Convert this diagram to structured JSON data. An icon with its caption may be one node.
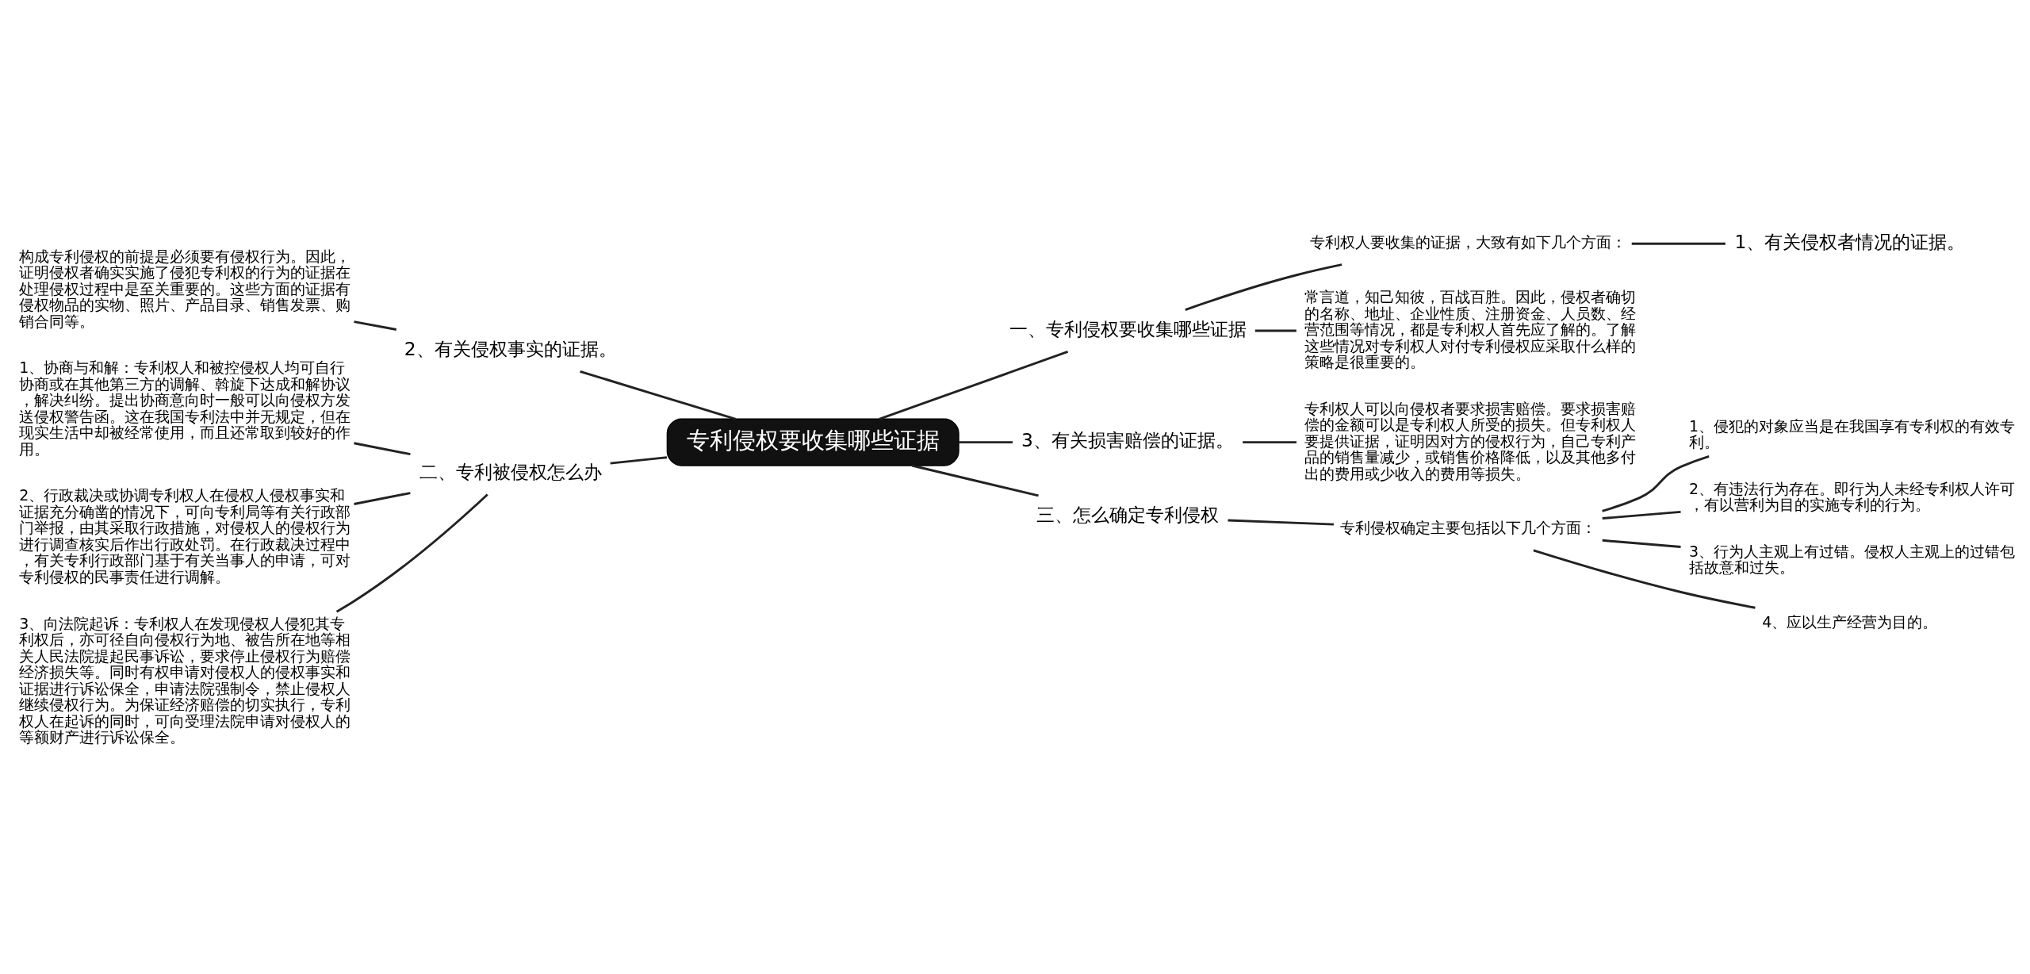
{
  "diagram": {
    "nodes": [
      {
        "text": [
          "专利侵权要收集哪些证据"
        ]
      },
      {
        "text": [
          "一、专利侵权要收集哪些证据"
        ]
      },
      {
        "text": [
          "专利权人要收集的证据，大致有如下几个方面："
        ]
      },
      {
        "text": [
          "1、有关侵权者情况的证据。"
        ]
      },
      {
        "text": [
          "常言道，知己知彼，百战百胜。因此，侵权者确切的名称、地址、企业性质、注册资金、人员数、经营范围等情况，都是专利权人首先应了解的。了解这些情况对专利权人对付专利侵权应采取什么样的策略是很重要的。"
        ]
      },
      {
        "text": [
          "2、有关侵权事实的证据。"
        ]
      },
      {
        "text": [
          "构成专利侵权的前提是必须要有侵权行为。因此，证明侵权者确实实施了侵犯专利权的行为的证据在处理侵权过程中是至关重要的。这些方面的证据有侵权物品的实物、照片、产品目录、销售发票、购销合同等。"
        ]
      },
      {
        "text": [
          "3、有关损害赔偿的证据。"
        ]
      },
      {
        "text": [
          "专利权人可以向侵权者要求损害赔偿。要求损害赔偿的金额可以是专利权人所受的损失。但专利权人要提供证据，证明因对方的侵权行为，自己专利产品的销售量减少，或销售价格降低，以及其他多付出的费用或少收入的费用等损失。"
        ]
      },
      {
        "text": [
          "二、专利被侵权怎么办"
        ]
      },
      {
        "text": [
          "1、协商与和解：专利权人和被控侵权人均可自行协商或在其他第三方的调解、斡旋下达成和解协议，解决纠纷。提出协商意向时一般可以向侵权方发送侵权警告函。这在我国专利法中并无规定，但在现实生活中却被经常使用，而且还常取到较好的作用。"
        ]
      },
      {
        "text": [
          "2、行政裁决或协调专利权人在侵权人侵权事实和证据充分确凿的情况下，可向专利局等有关行政部门举报，由其采取行政措施，对侵权人的侵权行为进行调查核实后作出行政处罚。在行政裁决过程中，有关专利行政部门基于有关当事人的申请，可对专利侵权的民事责任进行调解。"
        ]
      },
      {
        "text": [
          "3、向法院起诉：专利权人在发现侵权人侵犯其专利权后，亦可径自向侵权行为地、被告所在地等相关人民法院提起民事诉讼，要求停止侵权行为赔偿经济损失等。同时有权申请对侵权人的侵权事实和证据进行诉讼保全，申请法院强制令，禁止侵权人继续侵权行为。为保证经济赔偿的切实执行，专利权人在起诉的同时，可向受理法院申请对侵权人的等额财产进行诉讼保全。"
        ]
      },
      {
        "text": [
          "三、怎么确定专利侵权"
        ]
      },
      {
        "text": [
          "专利侵权确定主要包括以下几个方面："
        ]
      },
      {
        "text": [
          "1、侵犯的对象应当是在我国享有专利权的有效专利。"
        ]
      },
      {
        "text": [
          "2、有违法行为存在。即行为人未经专利权人许可，有以营利为目的实施专利的行为。"
        ]
      },
      {
        "text": [
          "3、行为人主观上有过错。侵权人主观上的过错包括故意和过失。"
        ]
      },
      {
        "text": [
          "4、应以生产经营为目的。"
        ]
      }
    ],
    "edges": [
      {
        "from": 0,
        "to": 1,
        "arrow": "none"
      },
      {
        "from": 1,
        "to": 2,
        "arrow": "none"
      },
      {
        "from": 2,
        "to": 3,
        "arrow": "none"
      },
      {
        "from": 1,
        "to": 4,
        "arrow": "none"
      },
      {
        "from": 0,
        "to": 5,
        "arrow": "none"
      },
      {
        "from": 5,
        "to": 6,
        "arrow": "none"
      },
      {
        "from": 0,
        "to": 7,
        "arrow": "none"
      },
      {
        "from": 7,
        "to": 8,
        "arrow": "none"
      },
      {
        "from": 0,
        "to": 9,
        "arrow": "none"
      },
      {
        "from": 9,
        "to": 10,
        "arrow": "none"
      },
      {
        "from": 9,
        "to": 11,
        "arrow": "none"
      },
      {
        "from": 9,
        "to": 12,
        "arrow": "none"
      },
      {
        "from": 0,
        "to": 13,
        "arrow": "none"
      },
      {
        "from": 13,
        "to": 14,
        "arrow": "none"
      },
      {
        "from": 14,
        "to": 15,
        "arrow": "none"
      },
      {
        "from": 14,
        "to": 16,
        "arrow": "none"
      },
      {
        "from": 14,
        "to": 17,
        "arrow": "none"
      },
      {
        "from": 14,
        "to": 18,
        "arrow": "none"
      }
    ]
  }
}
